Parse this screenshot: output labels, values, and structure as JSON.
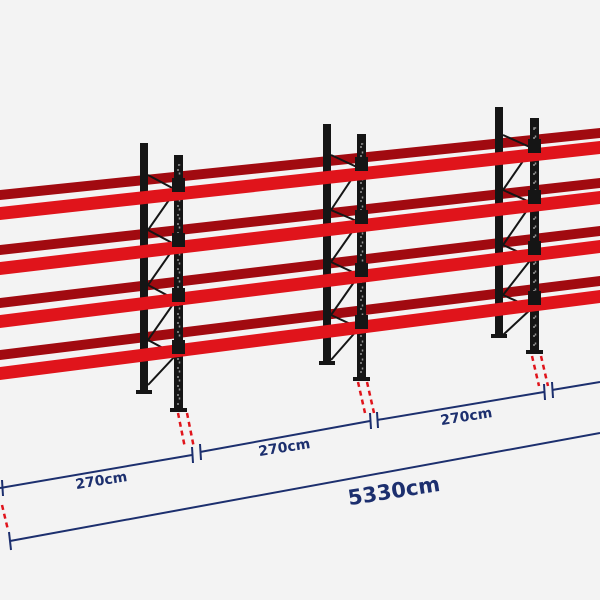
{
  "colors": {
    "background": "#f3f3f3",
    "beam": "#e0141b",
    "beam_dark": "#a10a10",
    "upright": "#151515",
    "dimension_line": "#1c2f6e",
    "floor_marker": "#e0141b"
  },
  "diagram": {
    "bay_labels": [
      "270cm",
      "270cm",
      "270cm"
    ],
    "total_label": "5330cm"
  }
}
